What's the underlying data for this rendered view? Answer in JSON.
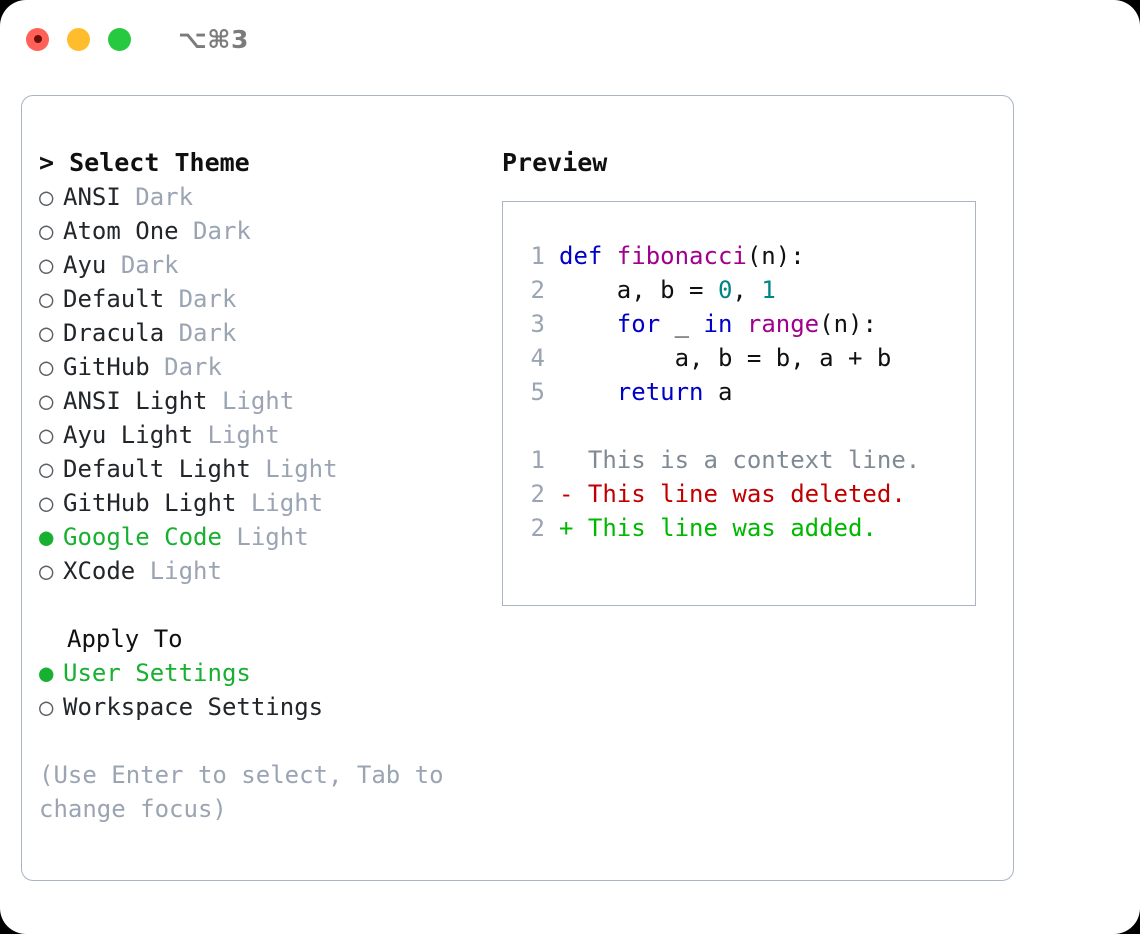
{
  "titlebar": {
    "shortcut": "⌥⌘3",
    "buttons": [
      "close",
      "minimize",
      "maximize"
    ]
  },
  "left": {
    "section_title": "> Select Theme",
    "themes": [
      {
        "bullet": "○",
        "name": "ANSI",
        "variant": "Dark",
        "selected": false
      },
      {
        "bullet": "○",
        "name": "Atom One",
        "variant": "Dark",
        "selected": false
      },
      {
        "bullet": "○",
        "name": "Ayu",
        "variant": "Dark",
        "selected": false
      },
      {
        "bullet": "○",
        "name": "Default",
        "variant": "Dark",
        "selected": false
      },
      {
        "bullet": "○",
        "name": "Dracula",
        "variant": "Dark",
        "selected": false
      },
      {
        "bullet": "○",
        "name": "GitHub",
        "variant": "Dark",
        "selected": false
      },
      {
        "bullet": "○",
        "name": "ANSI Light",
        "variant": "Light",
        "selected": false
      },
      {
        "bullet": "○",
        "name": "Ayu Light",
        "variant": "Light",
        "selected": false
      },
      {
        "bullet": "○",
        "name": "Default Light",
        "variant": "Light",
        "selected": false
      },
      {
        "bullet": "○",
        "name": "GitHub Light",
        "variant": "Light",
        "selected": false
      },
      {
        "bullet": "●",
        "name": "Google Code",
        "variant": "Light",
        "selected": true
      },
      {
        "bullet": "○",
        "name": "XCode",
        "variant": "Light",
        "selected": false
      }
    ],
    "apply_to": {
      "title": "Apply To",
      "options": [
        {
          "bullet": "●",
          "name": "User Settings",
          "selected": true
        },
        {
          "bullet": "○",
          "name": "Workspace Settings",
          "selected": false
        }
      ]
    },
    "hint": "(Use Enter to select, Tab to change focus)"
  },
  "right": {
    "preview_title": "Preview",
    "code_lines": [
      {
        "num": "1",
        "tokens": [
          {
            "t": "def ",
            "c": "kw"
          },
          {
            "t": "fibonacci",
            "c": "fn"
          },
          {
            "t": "(n):",
            "c": "pl"
          }
        ]
      },
      {
        "num": "2",
        "tokens": [
          {
            "t": "    a, b = ",
            "c": "pl"
          },
          {
            "t": "0",
            "c": "num"
          },
          {
            "t": ", ",
            "c": "pl"
          },
          {
            "t": "1",
            "c": "num"
          }
        ]
      },
      {
        "num": "3",
        "tokens": [
          {
            "t": "    ",
            "c": "pl"
          },
          {
            "t": "for",
            "c": "kw"
          },
          {
            "t": " _ ",
            "c": "pl"
          },
          {
            "t": "in",
            "c": "kw"
          },
          {
            "t": " ",
            "c": "pl"
          },
          {
            "t": "range",
            "c": "fn"
          },
          {
            "t": "(n):",
            "c": "pl"
          }
        ]
      },
      {
        "num": "4",
        "tokens": [
          {
            "t": "        a, b = b, a + b",
            "c": "pl"
          }
        ]
      },
      {
        "num": "5",
        "tokens": [
          {
            "t": "    ",
            "c": "pl"
          },
          {
            "t": "return",
            "c": "kw"
          },
          {
            "t": " a",
            "c": "pl"
          }
        ]
      }
    ],
    "diff_lines": [
      {
        "num": "1",
        "text": "  This is a context line.",
        "kind": "ctx"
      },
      {
        "num": "2",
        "text": "- This line was deleted.",
        "kind": "del"
      },
      {
        "num": "2",
        "text": "+ This line was added.",
        "kind": "add"
      }
    ]
  },
  "colors": {
    "accent_green": "#17b030",
    "muted": "#9aa4b2",
    "border": "#aab4c4",
    "keyword": "#0000c8",
    "function": "#a0008c",
    "number": "#008586",
    "diff_delete": "#c00000",
    "diff_add": "#00b800",
    "diff_context": "#808a94",
    "light_red": "#ff6058",
    "light_yellow": "#ffbd2e",
    "light_green": "#26c940"
  }
}
